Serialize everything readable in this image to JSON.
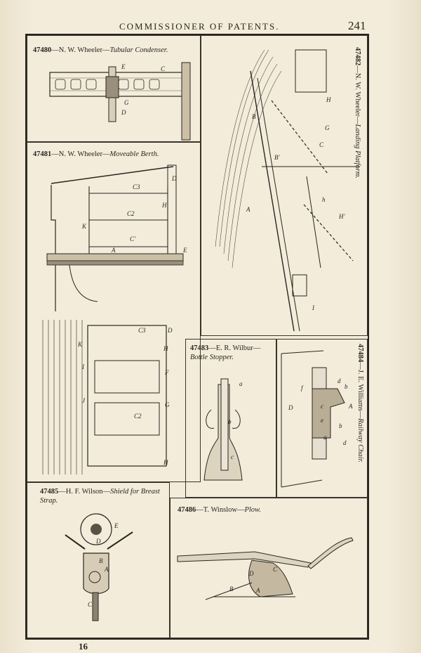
{
  "header": {
    "title": "COMMISSIONER OF PATENTS.",
    "page_number": "241"
  },
  "footer": {
    "page_number": "16"
  },
  "patents": [
    {
      "number": "47480",
      "inventor": "N. W. Wheeler",
      "title": "Tubular Condenser."
    },
    {
      "number": "47481",
      "inventor": "N. W. Wheeler",
      "title": "Moveable Berth."
    },
    {
      "number": "47482",
      "inventor": "N. W. Wheeler",
      "title": "Landing Platform."
    },
    {
      "number": "47483",
      "inventor": "E. R. Wilbur",
      "title": "Bottle Stopper."
    },
    {
      "number": "47484",
      "inventor": "J. E. Williams",
      "title": "Railway Chair."
    },
    {
      "number": "47485",
      "inventor": "H. F. Wilson",
      "title": "Shield for Breast Strap."
    },
    {
      "number": "47486",
      "inventor": "T. Winslow",
      "title": "Plow."
    }
  ],
  "figure_labels": {
    "condenser": [
      "E",
      "C",
      "G",
      "D"
    ],
    "berth": [
      "D",
      "C3",
      "H",
      "C2",
      "K",
      "C'",
      "A",
      "E"
    ],
    "berth_plan": [
      "C3",
      "D",
      "K",
      "H",
      "I",
      "F",
      "J",
      "G",
      "C2",
      "H"
    ],
    "platform": [
      "H",
      "G",
      "C",
      "B",
      "B'",
      "A",
      "h",
      "H'",
      "I"
    ],
    "stopper": [
      "a",
      "b",
      "c"
    ],
    "chair": [
      "d",
      "b",
      "A",
      "D",
      "f",
      "c",
      "e",
      "b",
      "a",
      "d"
    ],
    "shield": [
      "E",
      "D",
      "B",
      "A",
      "C"
    ],
    "plow": [
      "D",
      "C",
      "B",
      "A"
    ]
  }
}
